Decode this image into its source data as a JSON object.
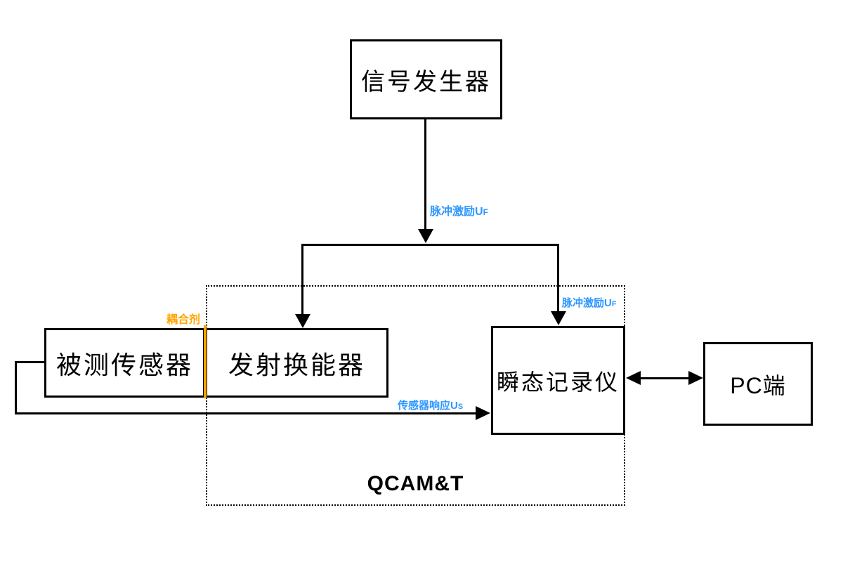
{
  "diagram": {
    "title": "QCAM&T ultrasonic sensor test system block diagram",
    "colors": {
      "background": "#ffffff",
      "line": "#000000",
      "signal_label_blue": "#2e97ff",
      "couplant_orange": "#ffa500"
    },
    "nodes": {
      "signal_generator": {
        "label": "信号发生器"
      },
      "sensor_under_test": {
        "label": "被测传感器"
      },
      "transmit_transducer": {
        "label": "发射换能器"
      },
      "transient_recorder": {
        "label": "瞬态记录仪"
      },
      "pc": {
        "label": "PC端"
      }
    },
    "container": {
      "label": "QCAM&T"
    },
    "edge_labels": {
      "pulse_excitation_top": {
        "main": "脉冲激励U",
        "sub": "F"
      },
      "pulse_excitation_right": {
        "main": "脉冲激励U",
        "sub": "F"
      },
      "sensor_response": {
        "main": "传感器响应U",
        "sub": "S"
      },
      "couplant": "耦合剂"
    }
  }
}
